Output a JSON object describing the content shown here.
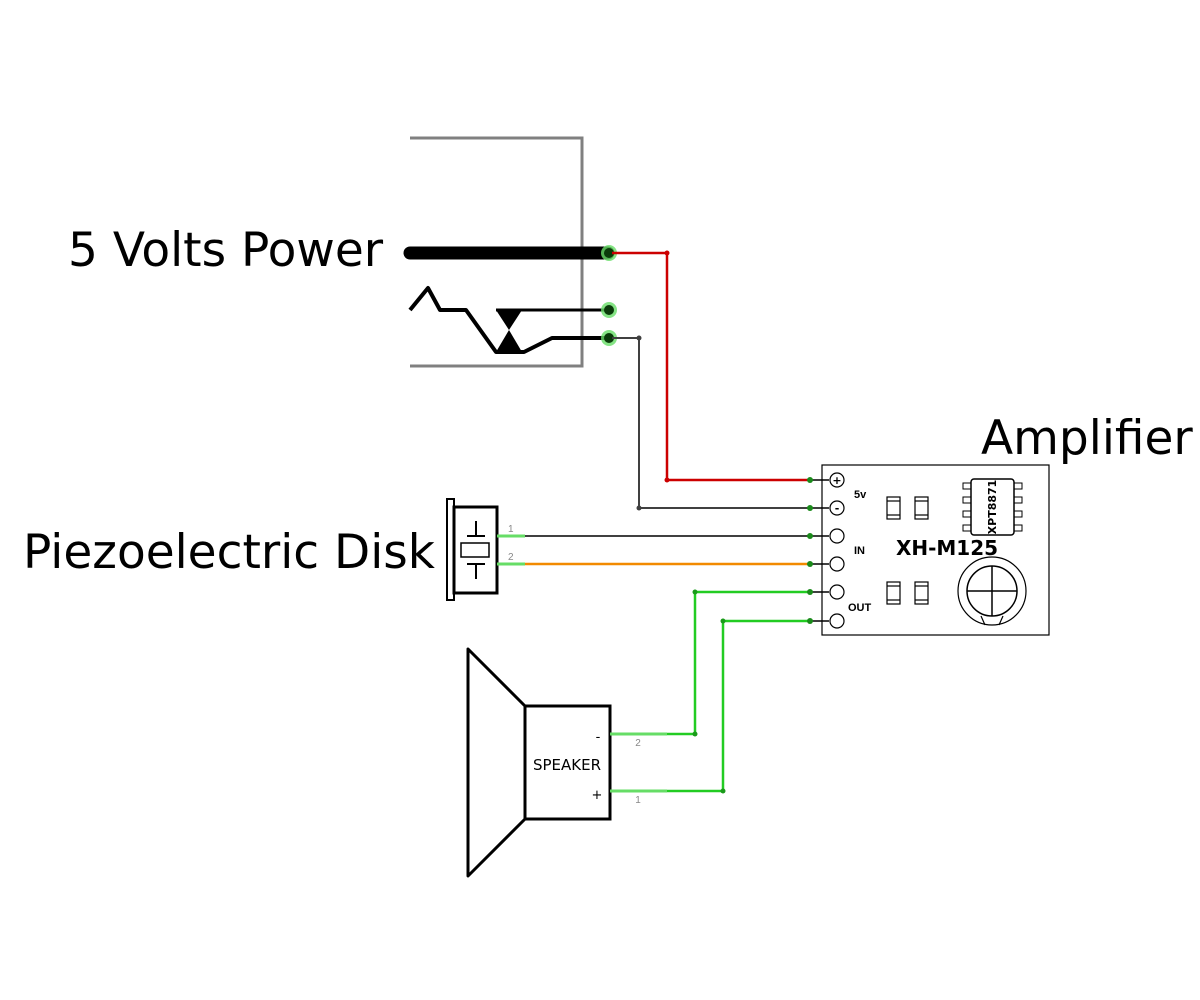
{
  "labels": {
    "power": "5 Volts Power",
    "amplifier": "Amplifier",
    "piezo": "Piezoelectric Disk"
  },
  "amplifier_module": {
    "name": "XH-M125",
    "chip": "XPT8871",
    "pin_5v": "5v",
    "pin_in": "IN",
    "pin_out": "OUT",
    "plus_symbol": "+",
    "minus_symbol": "-"
  },
  "speaker": {
    "label": "SPEAKER",
    "minus": "-",
    "plus": "+",
    "pin_minus_num": "2",
    "pin_plus_num": "1"
  },
  "piezo_pins": {
    "pin1": "1",
    "pin2": "2"
  },
  "colors": {
    "red_wire": "#cc0000",
    "black_wire": "#404040",
    "orange_wire": "#f28a00",
    "green_wire": "#22cc22",
    "connector_frame": "#808080"
  }
}
